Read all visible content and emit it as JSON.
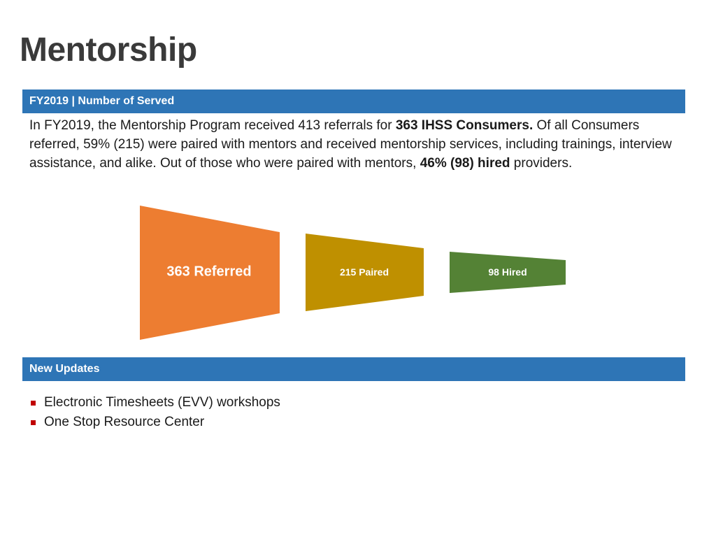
{
  "title": "Mentorship",
  "section1": {
    "header": "FY2019 | Number of Served",
    "paragraph": {
      "p1": "In FY2019, the Mentorship Program received 413 referrals for ",
      "b1": "363 IHSS Consumers.",
      "p2": " Of all Consumers referred, 59% (215) were paired with mentors and received mentorship services, including trainings, interview assistance, and alike. Out of those who were paired with mentors, ",
      "b2": "46% (98) hired",
      "p3": " providers."
    }
  },
  "funnel": {
    "stages": [
      {
        "label": "363 Referred",
        "value": 363,
        "color": "#ed7d31"
      },
      {
        "label": "215 Paired",
        "value": 215,
        "color": "#bf9000"
      },
      {
        "label": "98 Hired",
        "value": 98,
        "color": "#548235"
      }
    ]
  },
  "section2": {
    "header": "New Updates",
    "items": [
      "Electronic Timesheets (EVV) workshops",
      "One Stop Resource Center"
    ],
    "bullet_color": "#c00000"
  }
}
